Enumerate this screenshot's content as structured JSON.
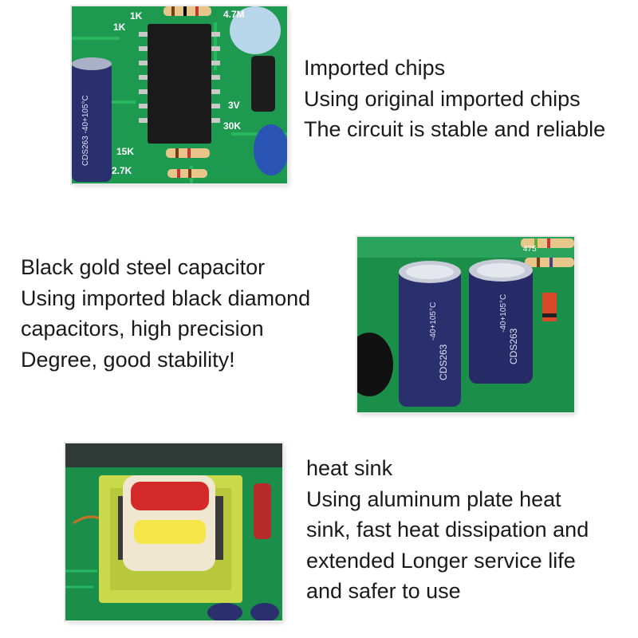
{
  "sections": [
    {
      "id": "chips",
      "lines": [
        "Imported chips",
        "Using original imported chips",
        "The circuit is stable and reliable"
      ],
      "photo_labels": [
        "4.7M",
        "1K",
        "1K",
        "3V",
        "30K",
        "15K",
        "2.7K",
        "CDS263",
        "-40+105°C"
      ]
    },
    {
      "id": "capacitors",
      "lines": [
        "Black gold steel capacitor",
        "Using imported black diamond",
        "capacitors, high precision",
        "Degree, good stability!"
      ],
      "photo_labels": [
        "CDS263",
        "CDS263",
        "-40+105°C",
        "-40+105°C",
        "475"
      ]
    },
    {
      "id": "heat-sink",
      "lines": [
        "heat sink",
        "Using aluminum plate heat",
        "sink, fast heat dissipation and",
        "extended Longer service life",
        "and safer to use"
      ]
    }
  ],
  "colors": {
    "pcb_green": "#1f9a52",
    "capacitor_blue": "#2a2f6e",
    "transformer_yellow": "#c9d94a",
    "coil_red": "#d42a2a"
  }
}
